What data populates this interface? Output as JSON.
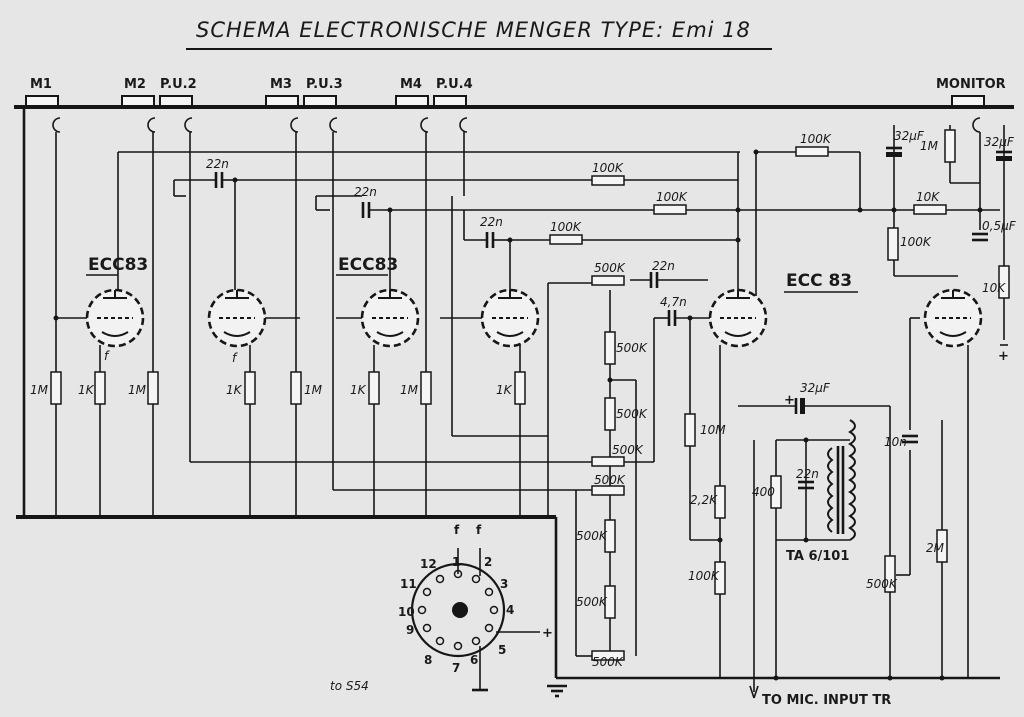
{
  "title": "SCHEMA ELECTRONISCHE MENGER TYPE: Emi 18",
  "inputs": [
    "M1",
    "M2",
    "P.U.2",
    "M3",
    "P.U.3",
    "M4",
    "P.U.4",
    "MONITOR"
  ],
  "tube_labels": [
    "ECC83",
    "ECC83",
    "ECC 83"
  ],
  "components": {
    "r_100k": "100K",
    "r_10k": "10K",
    "r_1m": "1M",
    "r_1k": "1K",
    "r_500k": "500K",
    "r_10m": "10M",
    "r_2_2k": "2,2K",
    "r_400": "400",
    "r_2m": "2M",
    "c_22n": "22n",
    "c_4_7n": "4,7n",
    "c_10n": "10n",
    "c_32uf": "32µF",
    "c_0_5uf": "0,5µF",
    "transformer": "TA 6/101",
    "filament": "f",
    "plus": "+"
  },
  "socket_pins": [
    "1",
    "2",
    "3",
    "4",
    "5",
    "6",
    "7",
    "8",
    "9",
    "10",
    "11",
    "12"
  ],
  "output_label": "TO MIC. INPUT TR",
  "note": "to S54"
}
